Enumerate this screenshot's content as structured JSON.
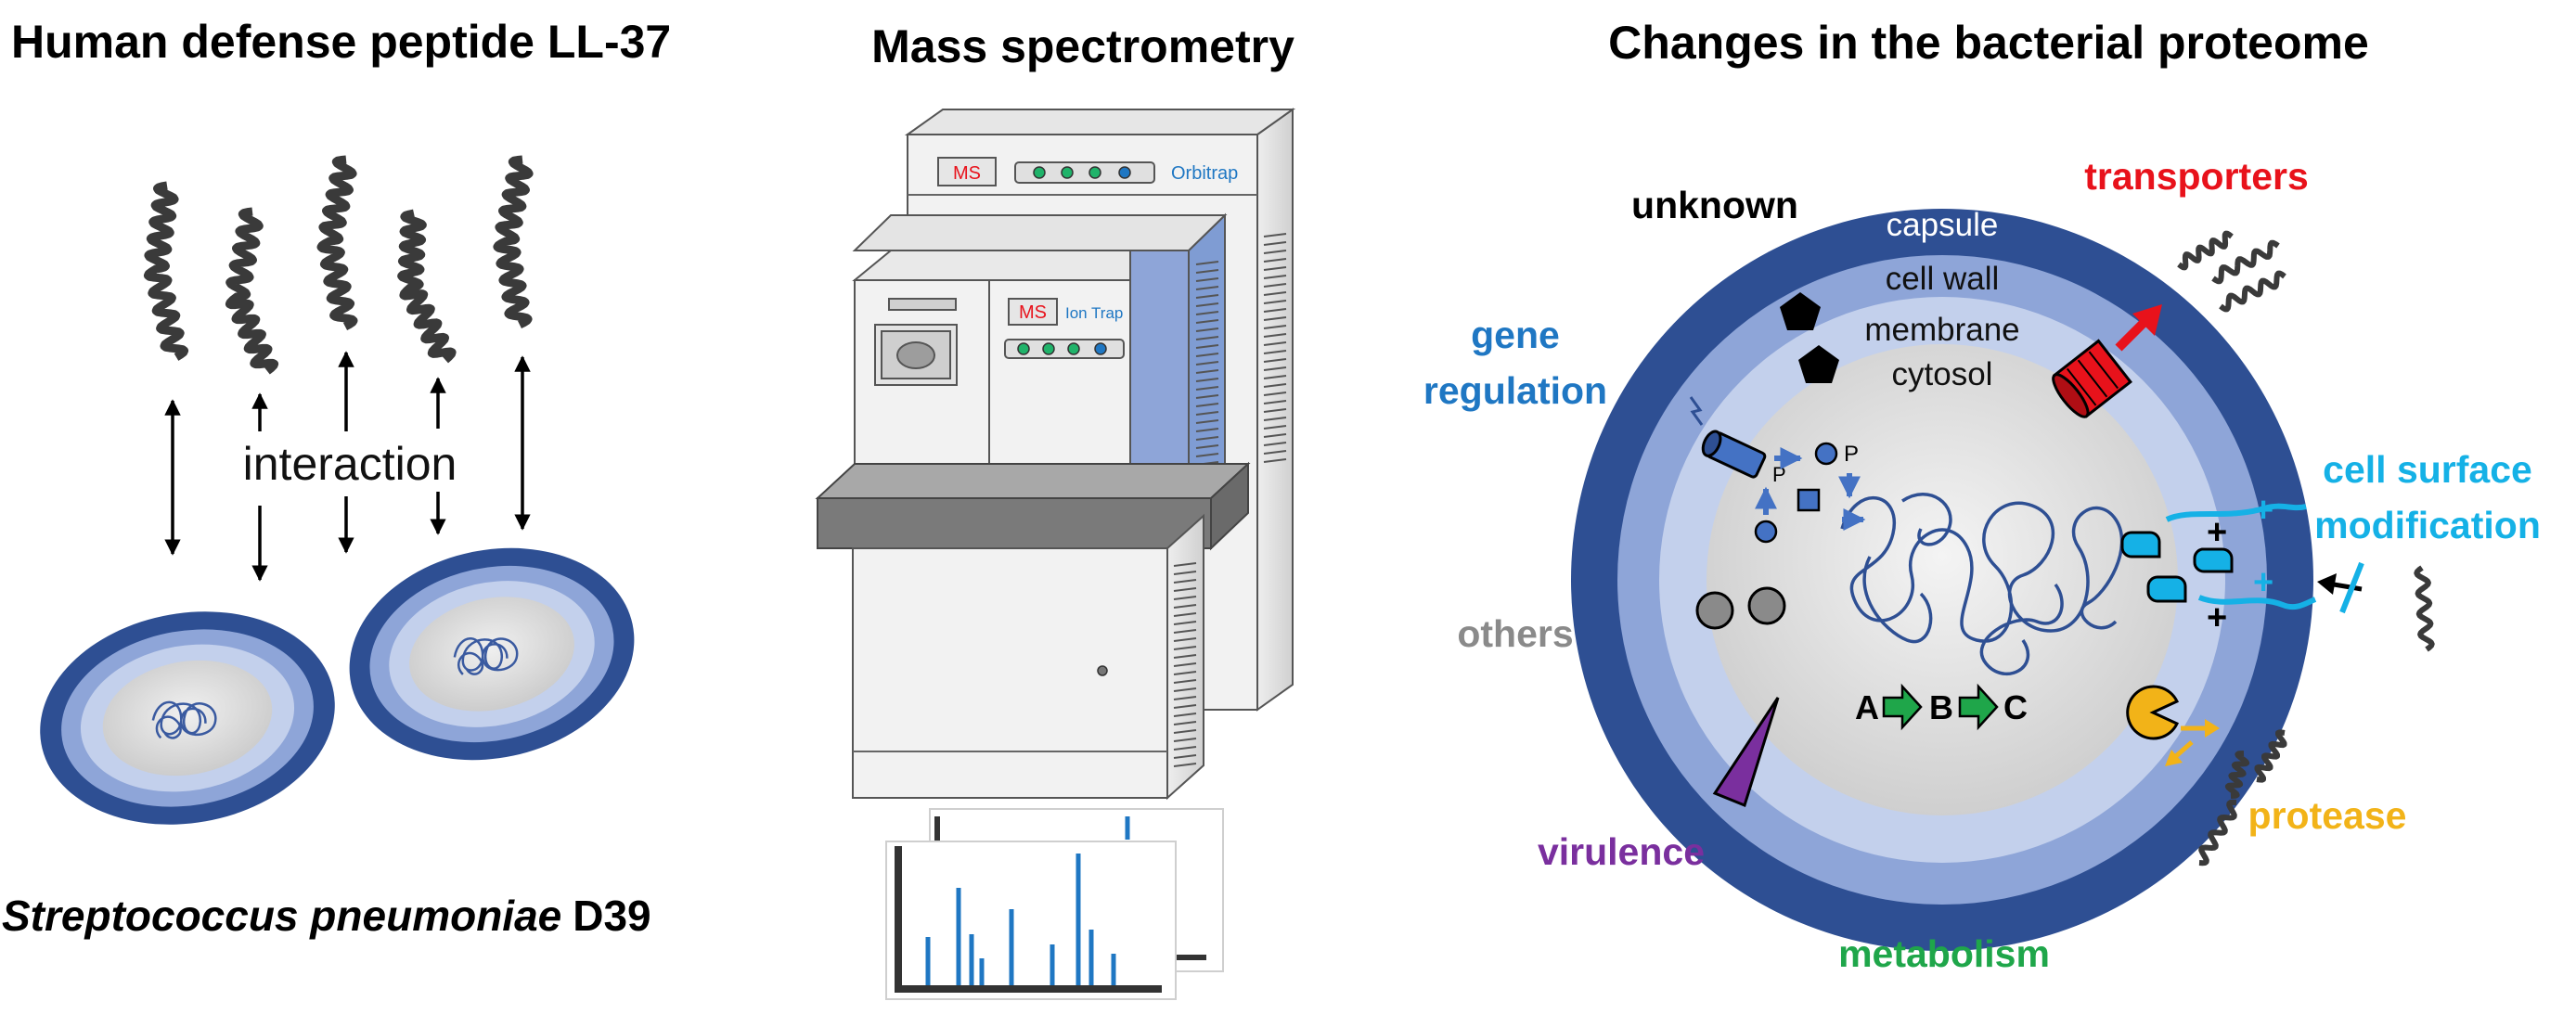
{
  "panels": {
    "left": {
      "title": "Human defense peptide LL-37",
      "interaction_label": "interaction",
      "organism": "Streptococcus pneumoniae",
      "strain": "D39"
    },
    "middle": {
      "title": "Mass spectrometry",
      "instrument_rear": {
        "ms_badge": "MS",
        "name": "Orbitrap"
      },
      "instrument_front": {
        "ms_badge": "MS",
        "name": "Ion Trap"
      }
    },
    "right": {
      "title": "Changes in the bacterial proteome",
      "layers": [
        "capsule",
        "cell wall",
        "membrane",
        "cytosol"
      ],
      "categories": {
        "unknown": "unknown",
        "transporters": "transporters",
        "gene_regulation_1": "gene",
        "gene_regulation_2": "regulation",
        "cell_surface_1": "cell surface",
        "cell_surface_2": "modification",
        "others": "others",
        "protease": "protease",
        "virulence": "virulence",
        "metabolism": "metabolism"
      },
      "pathway": [
        "A",
        "B",
        "C"
      ],
      "phospho_label": "P",
      "plus_sign": "+"
    }
  },
  "colors": {
    "capsule": "#2e4f93",
    "cell_wall": "#8ea5d8",
    "membrane": "#c3d0ec",
    "cytosol": "#d9d9d9",
    "unknown": "#000000",
    "transporters": "#e8121b",
    "gene_regulation": "#1f77c3",
    "cell_surface": "#15b1e6",
    "others": "#8a8a8a",
    "protease": "#f2b318",
    "virulence": "#7a2f9e",
    "metabolism": "#1fa64a"
  }
}
